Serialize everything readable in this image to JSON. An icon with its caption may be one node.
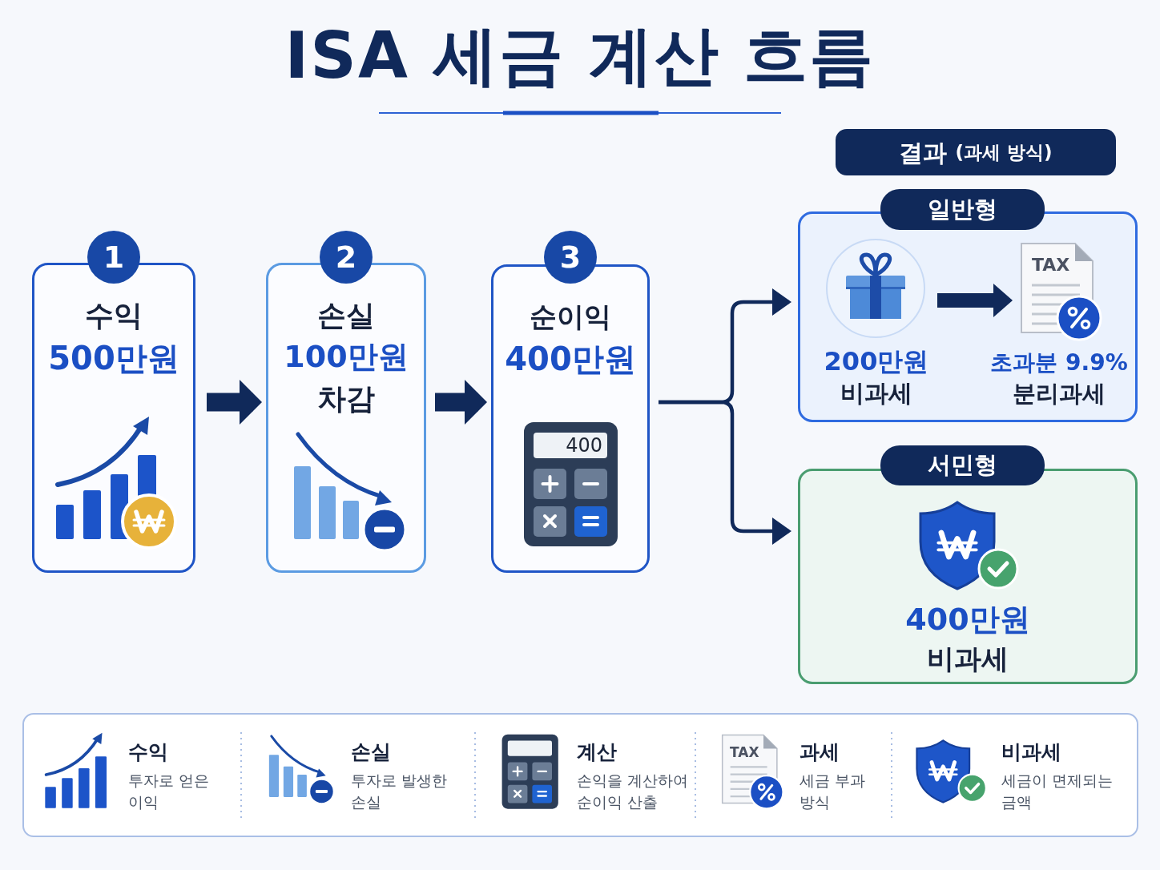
{
  "diagram": {
    "title": "ISA 세금 계산 흐름",
    "nodes": [
      {
        "text": [
          "1",
          "수익",
          "500만원"
        ]
      },
      {
        "text": [
          "2",
          "손실",
          "100만원",
          "차감"
        ]
      },
      {
        "text": [
          "3",
          "순이익",
          "400만원"
        ]
      },
      {
        "text": [
          "결과",
          "(과세 방식)"
        ]
      },
      {
        "text": [
          "일반형"
        ]
      },
      {
        "text": [
          "200만원",
          "비과세"
        ],
        "in": 4
      },
      {
        "text": [
          "초과분 9.9%",
          "분리과세"
        ],
        "in": 4
      },
      {
        "text": [
          "서민형",
          "400만원",
          "비과세"
        ]
      }
    ],
    "edges": [
      {
        "from": 0,
        "to": 1,
        "arrow": "to"
      },
      {
        "from": 1,
        "to": 2,
        "arrow": "to"
      },
      {
        "from": 2,
        "to": 4,
        "arrow": "to"
      },
      {
        "from": 2,
        "to": 7,
        "arrow": "to"
      },
      {
        "from": 5,
        "to": 6,
        "arrow": "to"
      }
    ],
    "labels": [
      "400",
      "TAX",
      "투자로 얻은 이익",
      "투자로 발생한 손실",
      "손익을 계산하여 순이익 산출",
      "TAX",
      "세금 부과 방식",
      "세금이 면제되는 금액"
    ],
    "legend": [
      {
        "text": "수익"
      },
      {
        "text": "손실"
      },
      {
        "text": "계산"
      },
      {
        "text": "과세"
      },
      {
        "text": "비과세"
      }
    ]
  }
}
